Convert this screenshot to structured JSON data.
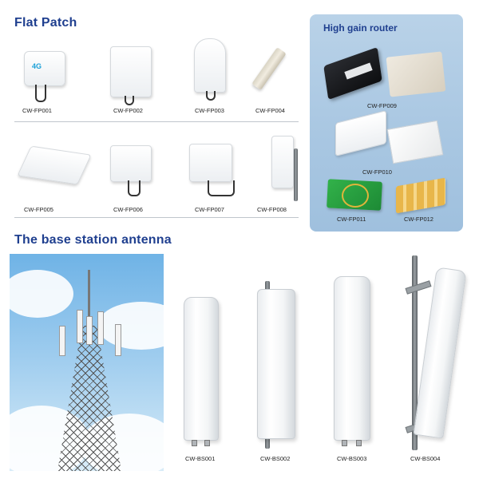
{
  "sections": {
    "flat_patch": "Flat Patch",
    "base_station": "The base station antenna",
    "router": "High gain router"
  },
  "flat_patch_products": {
    "fp001": "CW-FP001",
    "fp002": "CW-FP002",
    "fp003": "CW-FP003",
    "fp004": "CW-FP004",
    "fp005": "CW-FP005",
    "fp006": "CW-FP006",
    "fp007": "CW-FP007",
    "fp008": "CW-FP008"
  },
  "router_products": {
    "fp009": "CW-FP009",
    "fp010": "CW-FP010",
    "fp011": "CW-FP011",
    "fp012": "CW-FP012"
  },
  "base_station_products": {
    "bs001": "CW-BS001",
    "bs002": "CW-BS002",
    "bs003": "CW-BS003",
    "bs004": "CW-BS004"
  },
  "badges": {
    "fp001_logo": "4G"
  },
  "colors": {
    "title": "#1f3f8f",
    "router_panel": "#a9c7e2",
    "sky": "#6fb3e6"
  }
}
